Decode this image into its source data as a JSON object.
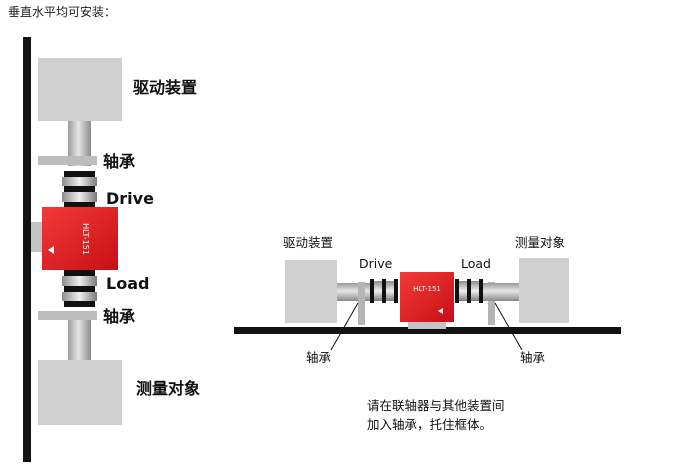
{
  "caption": "垂直水平均可安装：",
  "vertical": {
    "drive_device": "驱动装置",
    "bearing_top": "轴承",
    "drive": "Drive",
    "load": "Load",
    "bearing_bottom": "轴承",
    "measured_object": "测量对象",
    "sensor_model": "HLT-151"
  },
  "horizontal": {
    "drive_device": "驱动装置",
    "drive": "Drive",
    "load": "Load",
    "measured_object": "测量对象",
    "bearing_left": "轴承",
    "bearing_right": "轴承",
    "sensor_model": "HLT-151"
  },
  "note": {
    "line1": "请在联轴器与其他装置间",
    "line2": "加入轴承，托住框体。"
  },
  "colors": {
    "sensor_red": "#e8161c",
    "device_gray": "#d0d0d0",
    "shaft_gray": "#c2c2c2",
    "frame_black": "#111111"
  }
}
